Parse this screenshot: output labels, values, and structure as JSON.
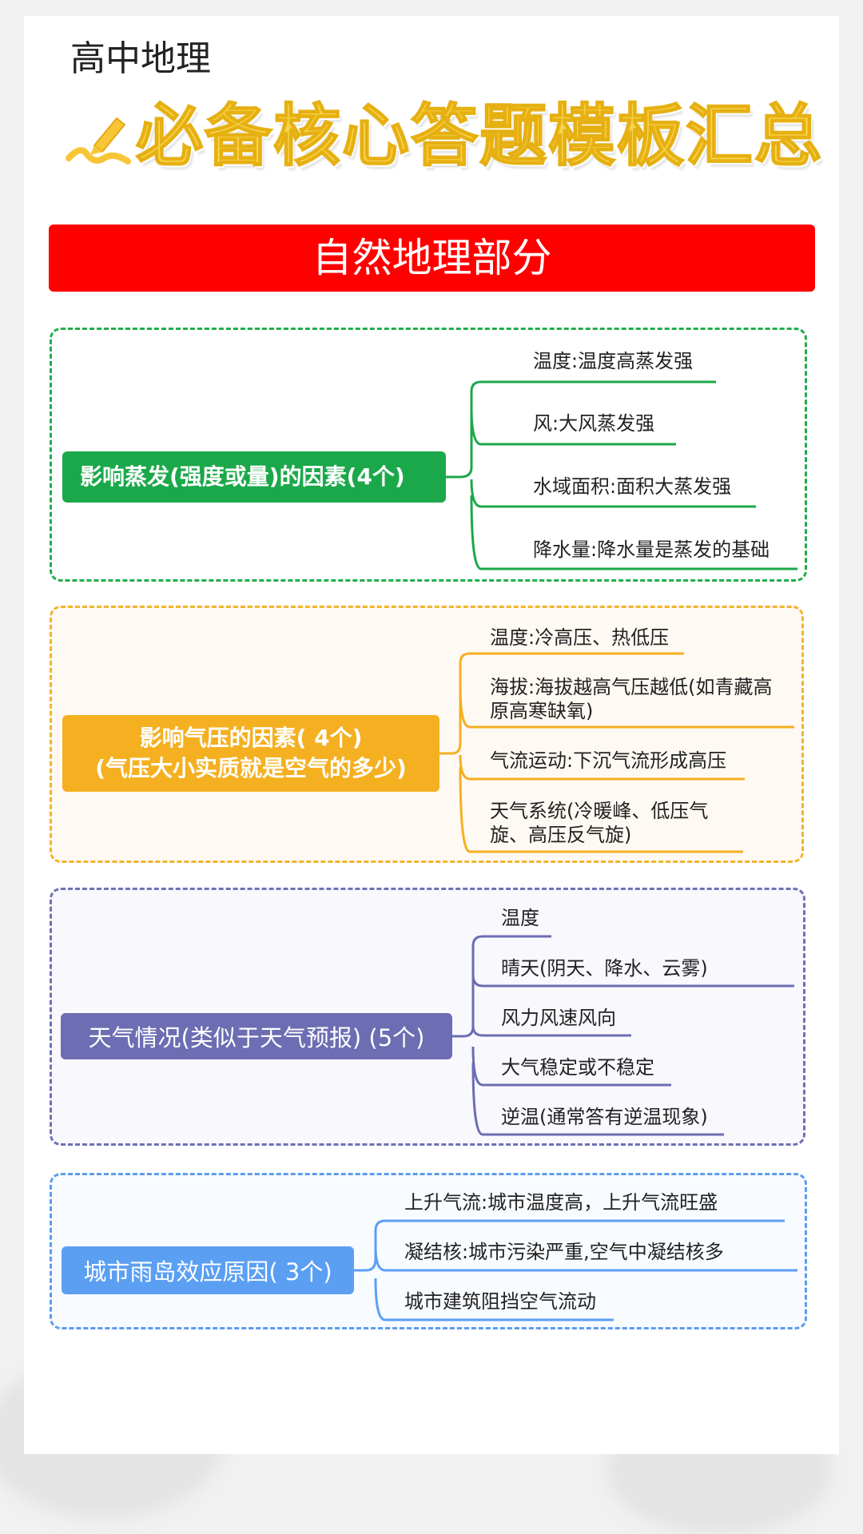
{
  "header": {
    "subtitle": "高中地理",
    "title": "必备核心答题模板汇总"
  },
  "banner": {
    "label": "自然地理部分"
  },
  "colors": {
    "banner_red": "#ff0000",
    "title_yellow": "#f7d44a",
    "green": "#1ba84a",
    "orange": "#f4b020",
    "purple": "#6c6db2",
    "blue": "#5b9ff3"
  },
  "sections": [
    {
      "center": "影响蒸发(强度或量)的因素(4个)",
      "branches": [
        "温度:温度高蒸发强",
        "风:大风蒸发强",
        "水域面积:面积大蒸发强",
        "降水量:降水量是蒸发的基础"
      ]
    },
    {
      "center_line1": "影响气压的因素( 4个)",
      "center_line2": "(气压大小实质就是空气的多少)",
      "branches": [
        "温度:冷高压、热低压",
        "海拔:海拔越高气压越低(如青藏高原高寒缺氧)",
        "气流运动:下沉气流形成高压",
        "天气系统(冷暖峰、低压气旋、高压反气旋)"
      ]
    },
    {
      "center": "天气情况(类似于天气预报) (5个)",
      "branches": [
        "温度",
        "晴天(阴天、降水、云雾)",
        "风力风速风向",
        "大气稳定或不稳定",
        "逆温(通常答有逆温现象)"
      ]
    },
    {
      "center": "城市雨岛效应原因( 3个)",
      "branches": [
        "上升气流:城市温度高，上升气流旺盛",
        "凝结核:城市污染严重,空气中凝结核多",
        "城市建筑阻挡空气流动"
      ]
    }
  ]
}
